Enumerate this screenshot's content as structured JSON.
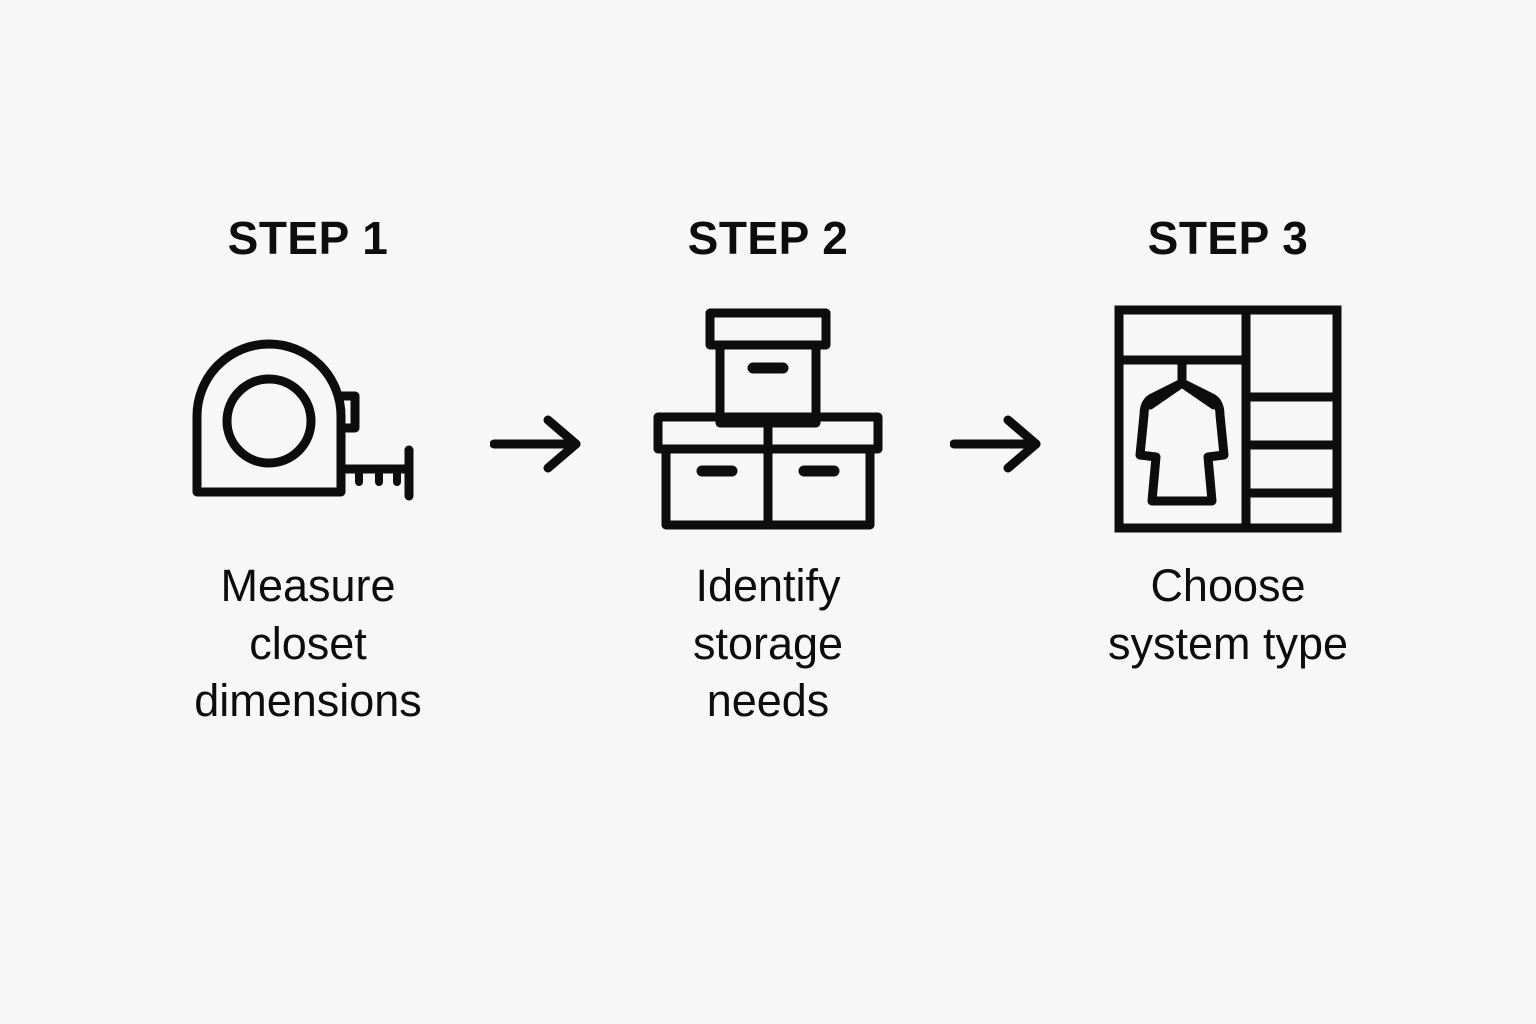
{
  "background_color": "#f7f7f7",
  "ink_color": "#0d0d0d",
  "steps": [
    {
      "title": "STEP 1",
      "icon": "tape-measure-icon",
      "caption": "Measure\ncloset\ndimensions"
    },
    {
      "title": "STEP 2",
      "icon": "storage-boxes-icon",
      "caption": "Identify\nstorage\nneeds"
    },
    {
      "title": "STEP 3",
      "icon": "wardrobe-closet-icon",
      "caption": "Choose\nsystem type"
    }
  ],
  "connectors": [
    {
      "name": "arrow-right-icon-1"
    },
    {
      "name": "arrow-right-icon-2"
    }
  ]
}
